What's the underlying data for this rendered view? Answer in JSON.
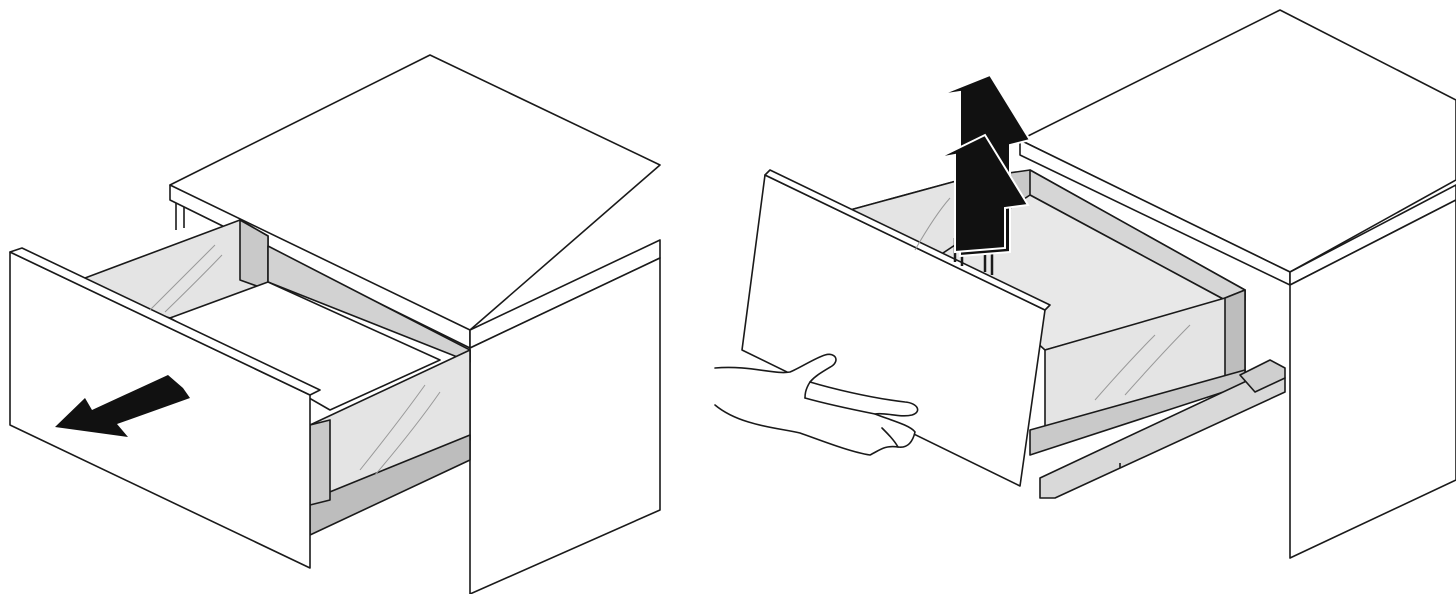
{
  "illustrations": [
    {
      "id": "step-1",
      "subject": "drawer-opened-from-cabinet",
      "arrow": "pull-out-forward-left-icon"
    },
    {
      "id": "step-2",
      "subject": "drawer-lifted-off-runners",
      "arrow": "lift-up-double-arrow-icon"
    }
  ],
  "colors": {
    "line": "#1a1a1a",
    "panel_fill": "#ffffff",
    "drawer_side": "#c9c9c9",
    "drawer_inner": "#dcdcdc",
    "glass": "#e4e4e4",
    "arrow": "#111111"
  }
}
